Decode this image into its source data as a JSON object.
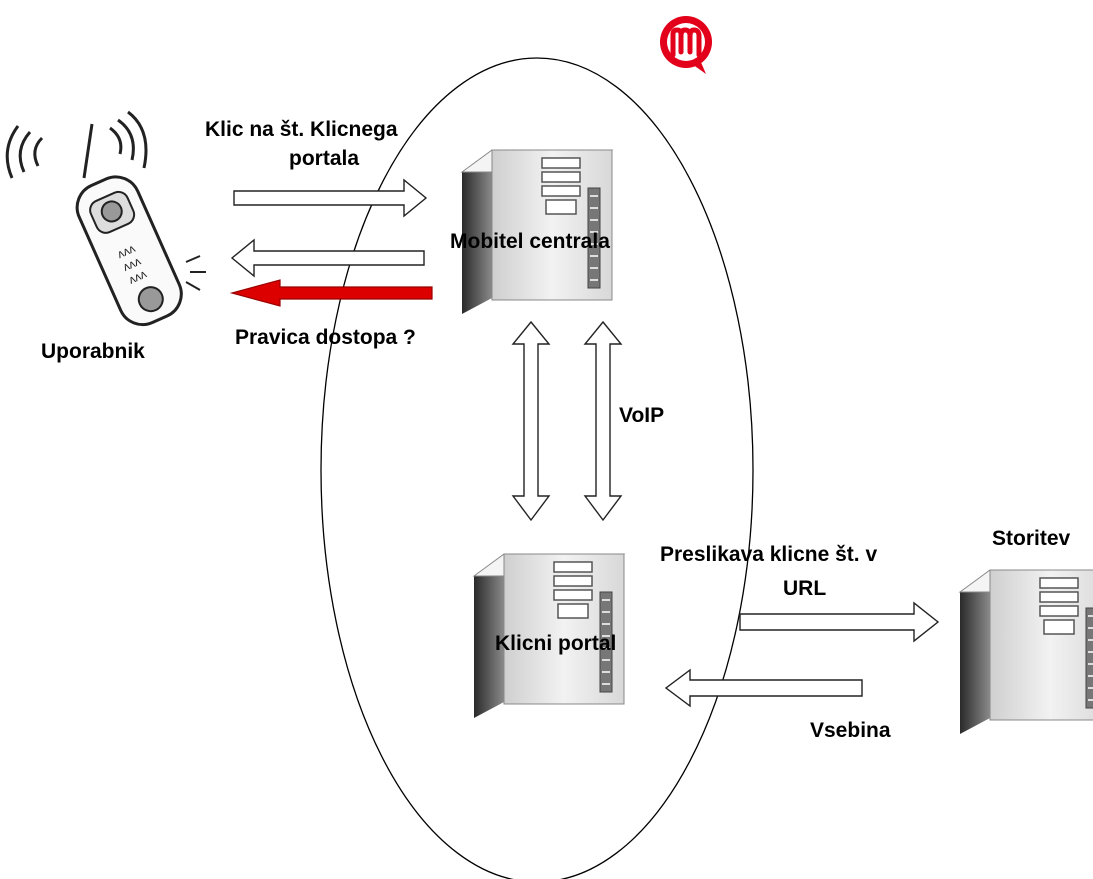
{
  "labels": {
    "call_line1": "Klic na št. Klicnega",
    "call_line2": "portala",
    "mobitel_central": "Mobitel centrala",
    "user": "Uporabnik",
    "access_rights": "Pravica dostopa  ?",
    "voip": "VoIP",
    "mapping_line1": "Preslikava klicne št. v",
    "mapping_line2": "URL",
    "call_portal": "Klicni portal",
    "service": "Storitev",
    "content": "Vsebina"
  },
  "colors": {
    "brand_red": "#e2001a",
    "alert_arrow": "#dd0000",
    "server_body": "#e9e9e9",
    "server_dark": "#3a3a3a"
  },
  "icons": {
    "logo": "mobitel-m-logo",
    "phone": "mobile-phone-icon",
    "server": "server-tower-icon"
  }
}
